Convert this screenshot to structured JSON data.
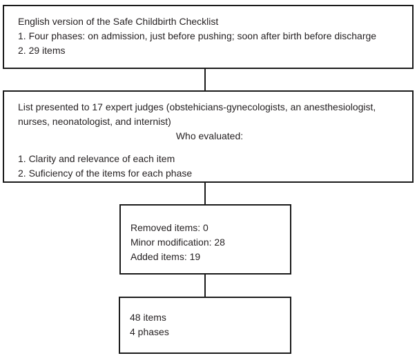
{
  "diagram": {
    "type": "flowchart",
    "background_color": "#ffffff",
    "border_color": "#1a1a1a",
    "text_color": "#231f20",
    "boxes": [
      {
        "name": "source-checklist",
        "lines": [
          "English version of the Safe Childbirth Checklist",
          "1. Four phases: on admission, just before pushing; soon after birth before discharge",
          "2. 29 items"
        ]
      },
      {
        "name": "expert-review",
        "lines": [
          "List presented to 17 expert judges (obstehicians-gynecologists, an anesthesiologist,",
          "nurses, neonatologist, and internist)"
        ],
        "centered_line": "Who evaluated:",
        "items": [
          "1. Clarity and relevance of each item",
          "2. Suficiency of the items for each phase"
        ]
      },
      {
        "name": "modifications",
        "lines": [
          "Removed items: 0",
          "Minor modification: 28",
          "Added items: 19"
        ]
      },
      {
        "name": "result",
        "lines": [
          "48 items",
          "4 phases"
        ]
      }
    ]
  }
}
